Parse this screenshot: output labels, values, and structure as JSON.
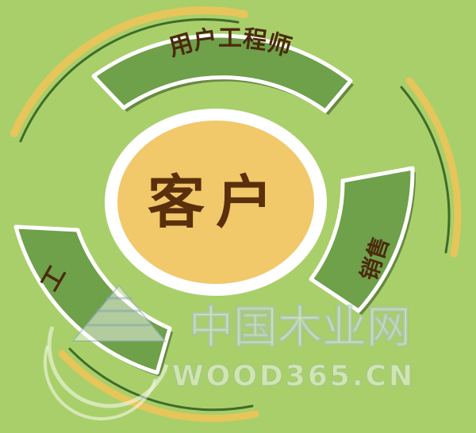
{
  "colors": {
    "background": "#a9cf6a",
    "segment_fill": "#6fa04a",
    "segment_border": "#ffffff",
    "segment_shadow": "#3b5a28",
    "center_fill": "#f1c86a",
    "center_ring": "#ffffff",
    "arc_yellow": "#e6c55a",
    "arc_dark": "#3f6b2a",
    "text": "#4a2a0c"
  },
  "center": {
    "label": "客户"
  },
  "segments": {
    "top": {
      "label": "用户工程师"
    },
    "left": {
      "label": "工"
    },
    "right": {
      "label": "销售"
    }
  },
  "watermark": {
    "logo": "tree-logo",
    "title": "中国木业网",
    "url": "WOOD365.CN"
  }
}
